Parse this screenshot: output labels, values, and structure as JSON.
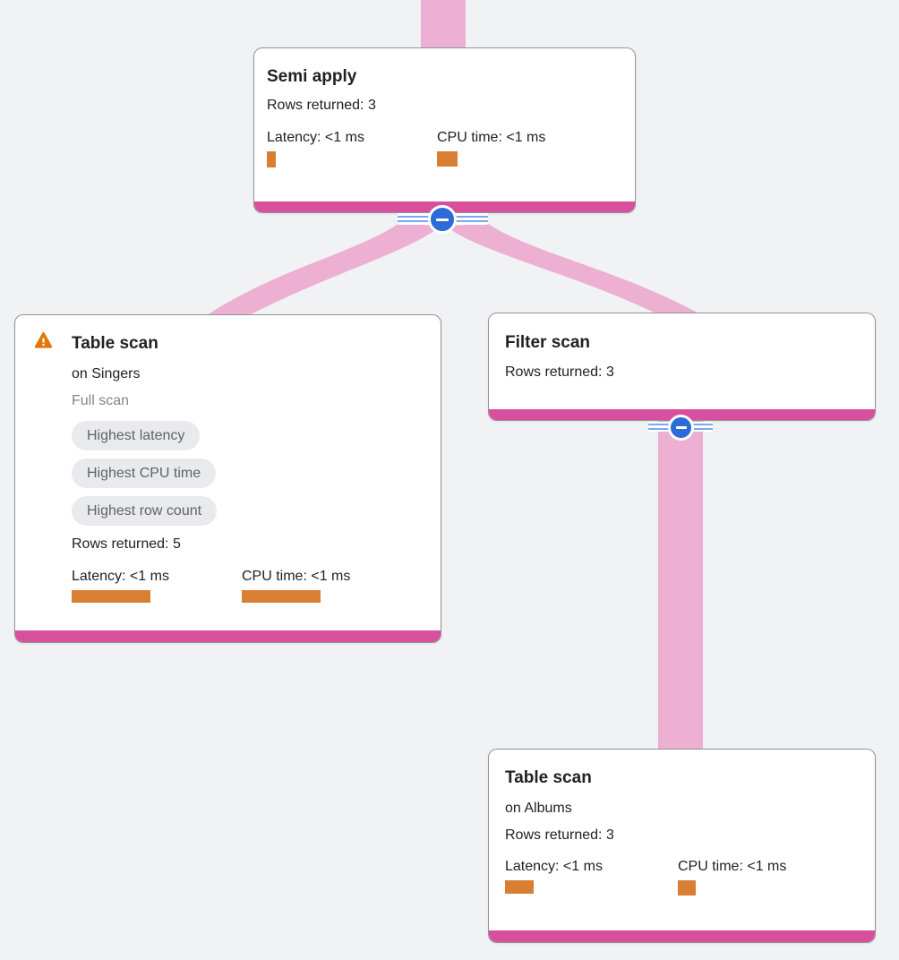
{
  "colors": {
    "background": "#f1f2f4",
    "edge_pink": "#edafd2",
    "node_bottom_bar": "#d8509d",
    "metric_bar_orange": "#d97f33",
    "collapse_button_blue": "#2e6bd8",
    "edge_stripe_blue": "#7aa7f0",
    "badge_background": "#e8eaed",
    "badge_text": "#5f6368",
    "muted_text": "#80868b",
    "warning_orange": "#e2770d"
  },
  "nodes": {
    "semi_apply": {
      "title": "Semi apply",
      "rows_returned": "Rows returned: 3",
      "latency_label": "Latency: <1 ms",
      "cpu_label": "CPU time: <1 ms"
    },
    "table_scan_singers": {
      "title": "Table scan",
      "subtitle": "on Singers",
      "scan_type": "Full scan",
      "badges": [
        "Highest latency",
        "Highest CPU time",
        "Highest row count"
      ],
      "rows_returned": "Rows returned: 5",
      "latency_label": "Latency: <1 ms",
      "cpu_label": "CPU time: <1 ms"
    },
    "filter_scan": {
      "title": "Filter scan",
      "rows_returned": "Rows returned: 3"
    },
    "table_scan_albums": {
      "title": "Table scan",
      "subtitle": "on Albums",
      "rows_returned": "Rows returned: 3",
      "latency_label": "Latency: <1 ms",
      "cpu_label": "CPU time: <1 ms"
    }
  },
  "icons": {
    "warning": "warning-triangle",
    "collapse": "minus-circle"
  }
}
